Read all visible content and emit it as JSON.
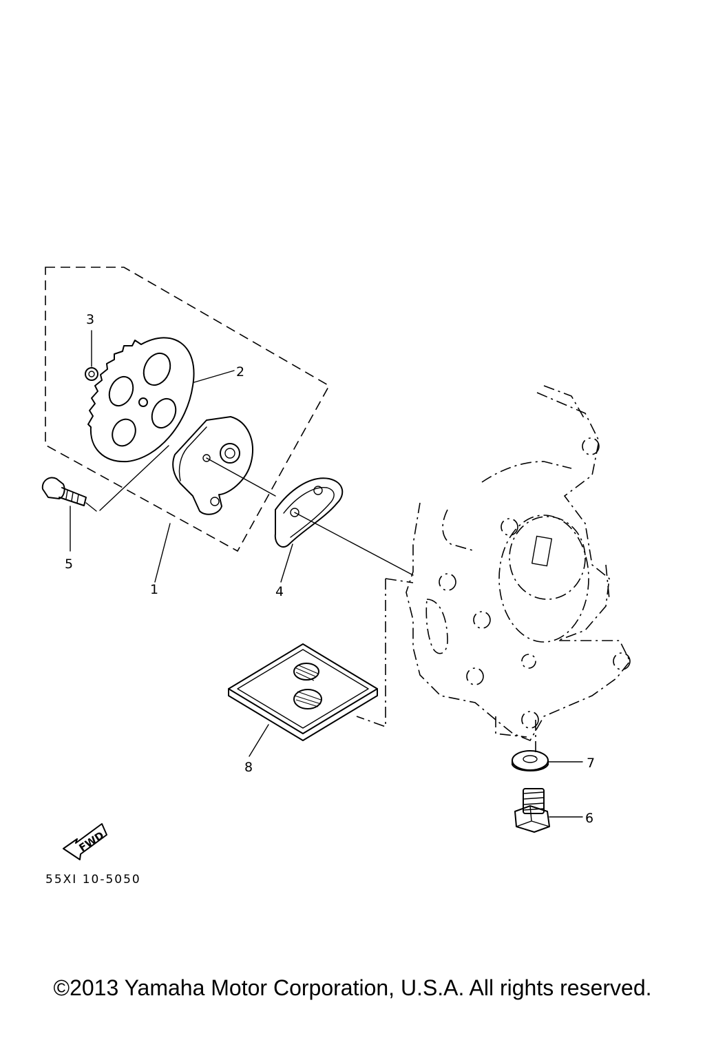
{
  "diagram": {
    "parts": [
      {
        "number": "1",
        "part": "oil-pump-assembly"
      },
      {
        "number": "2",
        "part": "oil-pump-drive-gear"
      },
      {
        "number": "3",
        "part": "circlip"
      },
      {
        "number": "4",
        "part": "gasket"
      },
      {
        "number": "5",
        "part": "bolt"
      },
      {
        "number": "6",
        "part": "drain-plug"
      },
      {
        "number": "7",
        "part": "gasket-washer"
      },
      {
        "number": "8",
        "part": "oil-strainer"
      }
    ],
    "fwd_label": "FWD",
    "diagram_code": "55XI 10-5050"
  },
  "footer": {
    "copyright": "©2013 Yamaha Motor Corporation, U.S.A. All rights reserved."
  }
}
